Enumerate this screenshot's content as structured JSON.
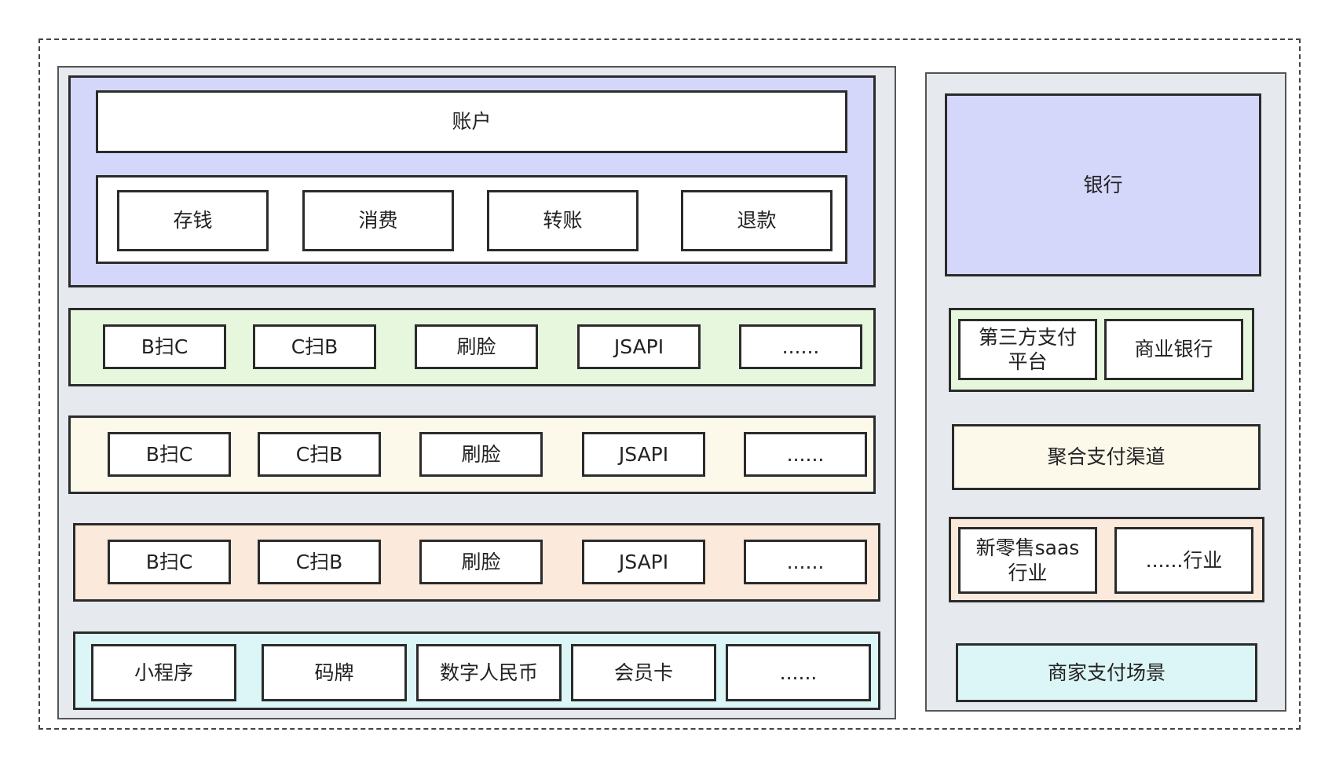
{
  "colors": {
    "account_band": "#d4d7fa",
    "method_band_green": "#e6f7dd",
    "method_band_yellow": "#fcf9ea",
    "method_band_orange": "#fbe9dc",
    "scene_band_cyan": "#dcf5f7",
    "panel": "#e6e9ed",
    "bank_box": "#d4d7fa"
  },
  "left": {
    "account": {
      "title": "账户",
      "actions": [
        "存钱",
        "消费",
        "转账",
        "退款"
      ]
    },
    "method_rows": [
      [
        "B扫C",
        "C扫B",
        "刷脸",
        "JSAPI",
        "......"
      ],
      [
        "B扫C",
        "C扫B",
        "刷脸",
        "JSAPI",
        "......"
      ],
      [
        "B扫C",
        "C扫B",
        "刷脸",
        "JSAPI",
        "......"
      ]
    ],
    "scenes": [
      "小程序",
      "码牌",
      "数字人民币",
      "会员卡",
      "......"
    ]
  },
  "right": {
    "bank": "银行",
    "acquirers": {
      "line1": "第三方支付",
      "line2": "平台",
      "other": "商业银行"
    },
    "aggregation": "聚合支付渠道",
    "industries": {
      "line1": "新零售saas",
      "line2": "行业",
      "other": "......行业"
    },
    "merchant_scene": "商家支付场景"
  }
}
